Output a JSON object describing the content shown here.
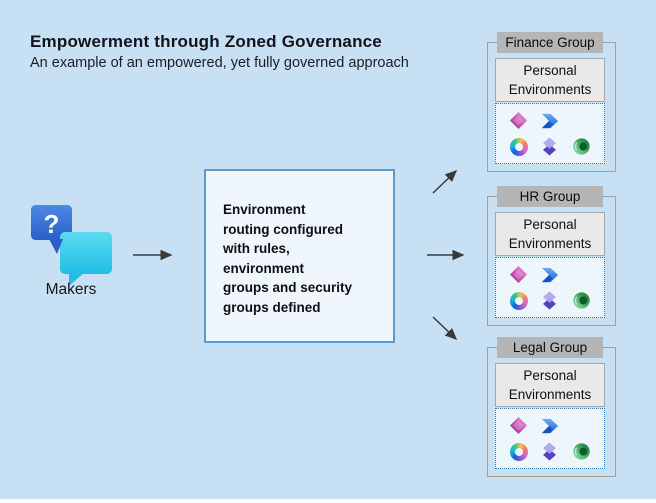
{
  "header": {
    "title": "Empowerment through Zoned Governance",
    "subtitle": "An example of an empowered, yet fully governed approach"
  },
  "makers": {
    "label": "Makers",
    "question_mark": "?"
  },
  "center_box": {
    "lines": [
      "Environment",
      "routing configured",
      "with rules,",
      "environment",
      "groups and security",
      "groups defined"
    ]
  },
  "groups": [
    {
      "name": "Finance Group",
      "env_label": "Personal Environments",
      "icons": [
        "power-apps",
        "power-automate",
        "copilot",
        "power-pages",
        "dataverse"
      ]
    },
    {
      "name": "HR Group",
      "env_label": "Personal Environments",
      "icons": [
        "power-apps",
        "power-automate",
        "copilot",
        "power-pages",
        "dataverse"
      ]
    },
    {
      "name": "Legal Group",
      "env_label": "Personal Environments",
      "icons": [
        "power-apps",
        "power-automate",
        "copilot",
        "power-pages",
        "dataverse"
      ]
    }
  ],
  "colors": {
    "page_bg": "#c7e0f3",
    "center_box_bg": "#eff6fc",
    "center_box_border": "#5b9bd5",
    "group_border": "#a0a0a0",
    "group_label_bg": "#b5b5b5",
    "env_label_bg": "#e9e9e9",
    "env_zone_bg": "#edf5fd",
    "env_zone_border": "#2e75b6",
    "arrow": "#3a3a3a",
    "maker_bubble_blue": "#2f6fd2",
    "maker_bubble_cyan": "#2cc7ea"
  }
}
